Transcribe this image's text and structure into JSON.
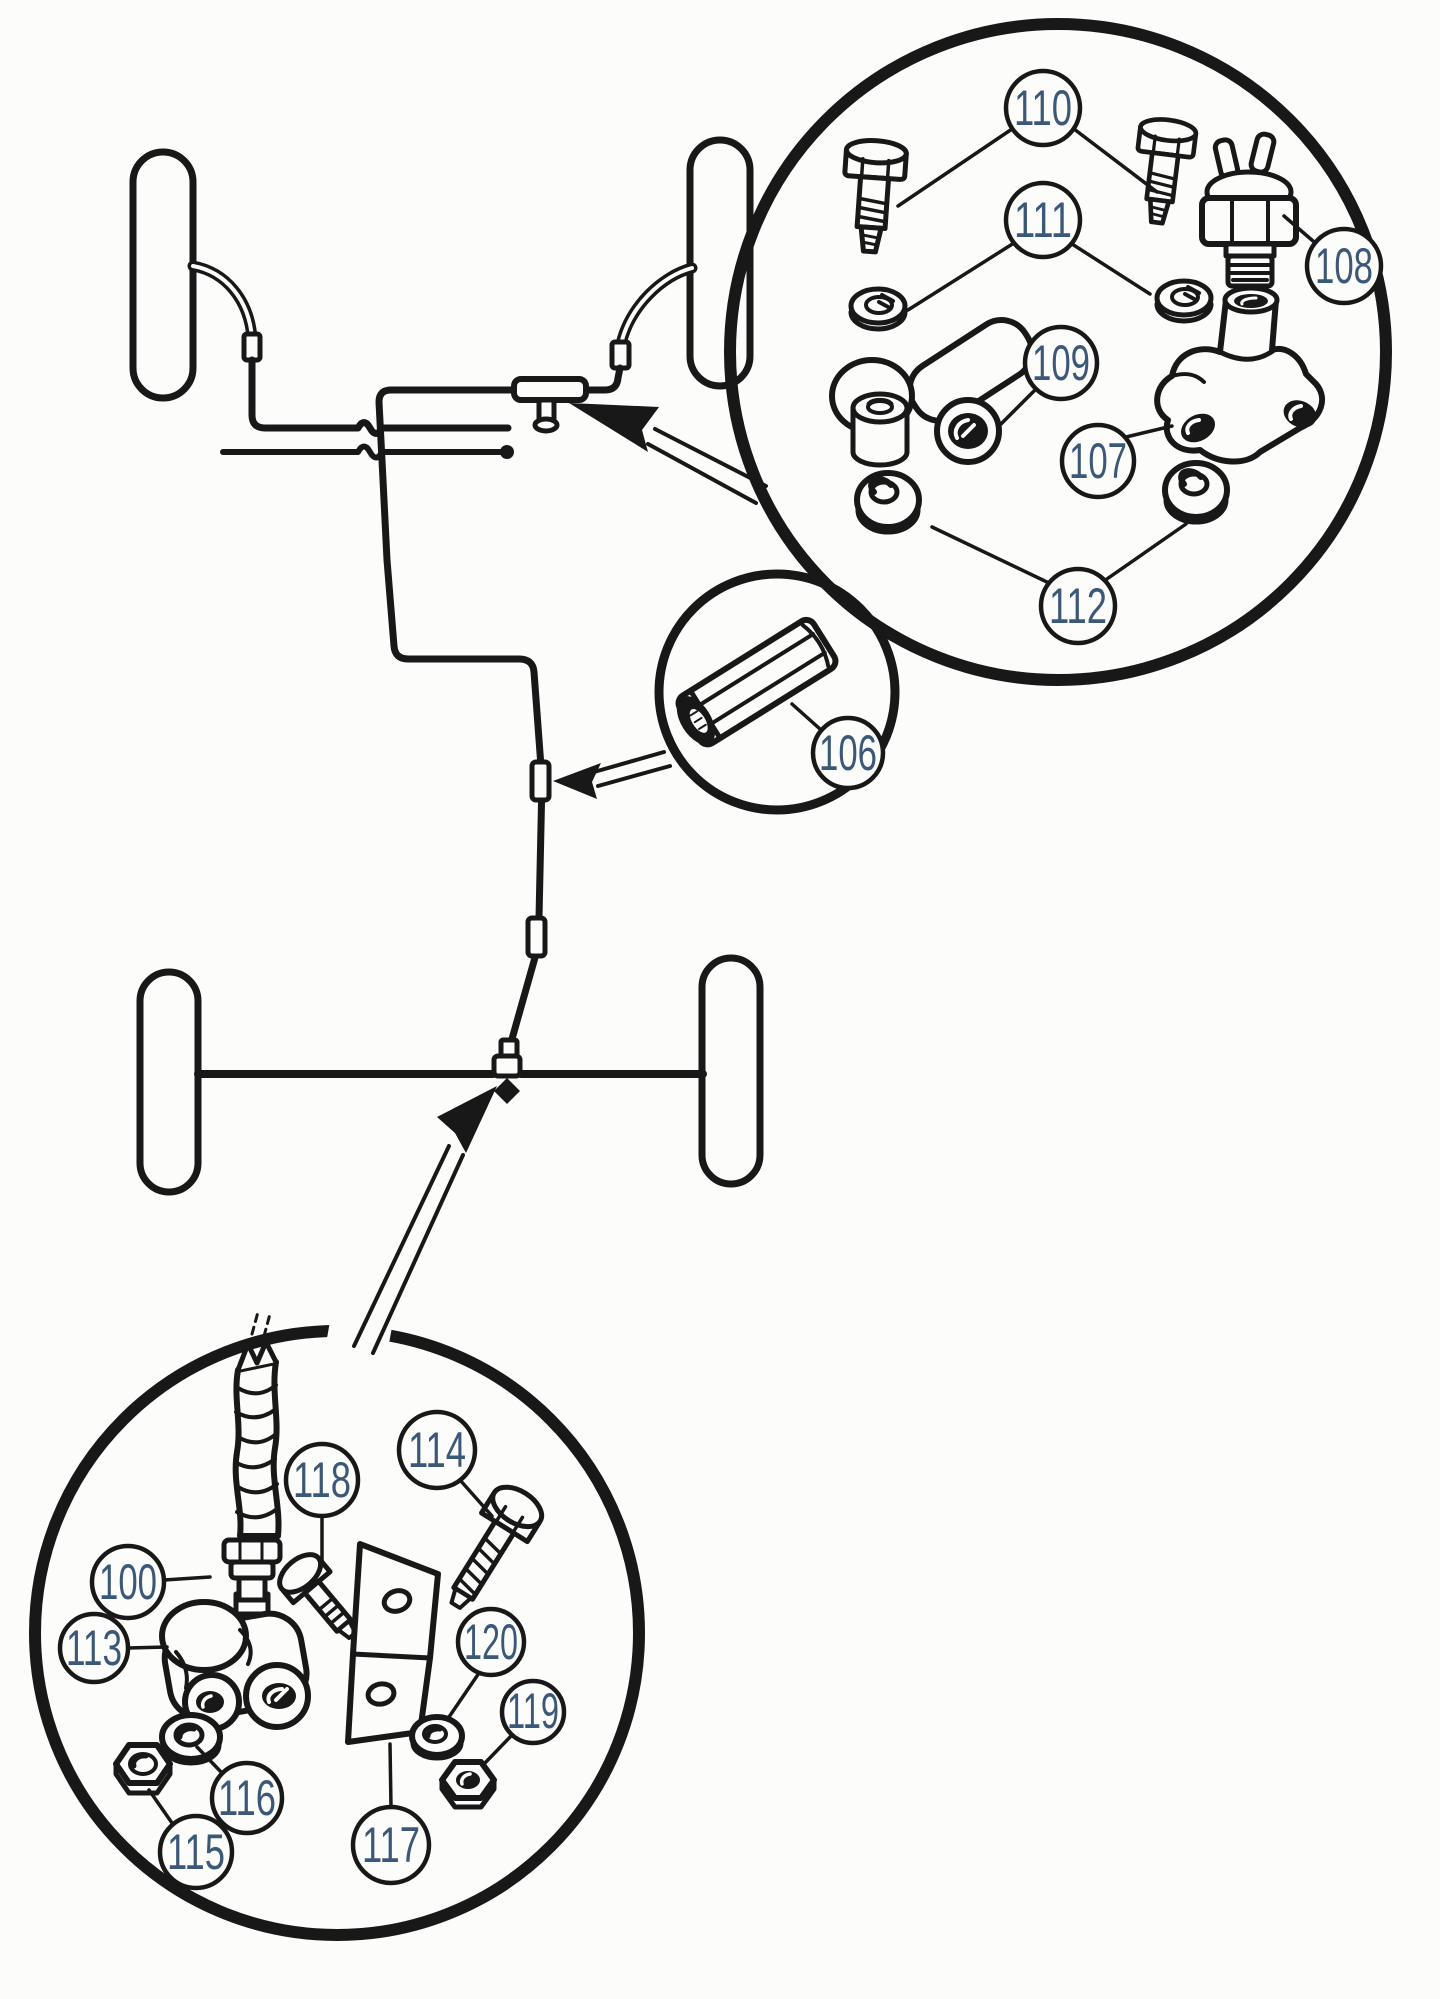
{
  "colors": {
    "ink": "#181818",
    "label": "#3c5878",
    "background": "#fcfcfb",
    "paper": "#fcfcfb"
  },
  "callouts": {
    "c100": {
      "label": "100"
    },
    "c106": {
      "label": "106"
    },
    "c107": {
      "label": "107"
    },
    "c108": {
      "label": "108"
    },
    "c109": {
      "label": "109"
    },
    "c110": {
      "label": "110"
    },
    "c111": {
      "label": "111"
    },
    "c112": {
      "label": "112"
    },
    "c113": {
      "label": "113"
    },
    "c114": {
      "label": "114"
    },
    "c115": {
      "label": "115"
    },
    "c116": {
      "label": "116"
    },
    "c117": {
      "label": "117"
    },
    "c118": {
      "label": "118"
    },
    "c119": {
      "label": "119"
    },
    "c120": {
      "label": "120"
    }
  }
}
